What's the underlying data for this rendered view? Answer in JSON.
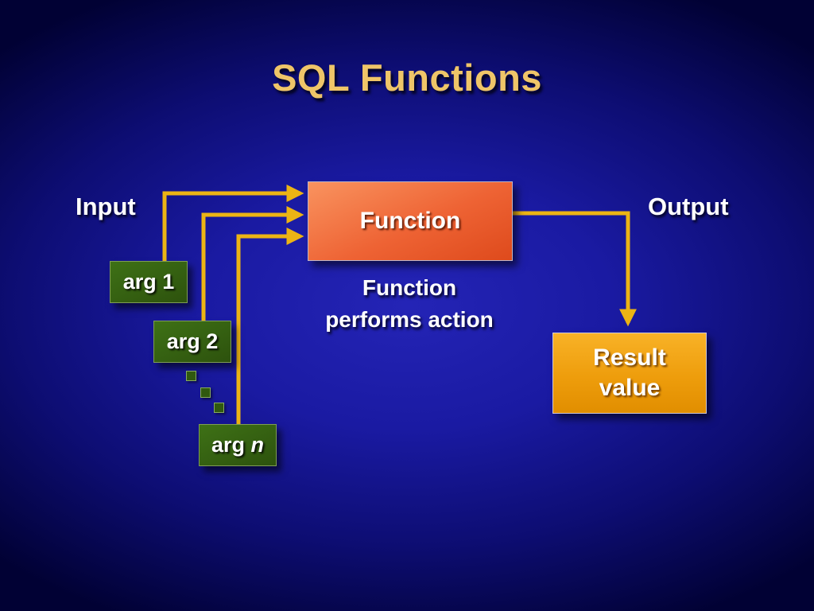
{
  "slide": {
    "title": "SQL Functions",
    "labels": {
      "input": "Input",
      "output": "Output"
    },
    "function_box": {
      "label": "Function"
    },
    "caption": {
      "line1": "Function",
      "line2": "performs action"
    },
    "args": {
      "arg1": "arg 1",
      "arg2": "arg 2",
      "argn_prefix": "arg ",
      "argn_var": "n"
    },
    "result_box": {
      "line1": "Result",
      "line2": "value"
    },
    "colors": {
      "background_center": "#2424b6",
      "background_edge": "#010134",
      "title_text": "#efc568",
      "arrow": "#ecb414",
      "function_fill": "#ee6334",
      "arg_fill": "#2d520d",
      "result_fill": "#ee9d0c",
      "label_text": "#ffffff"
    }
  }
}
